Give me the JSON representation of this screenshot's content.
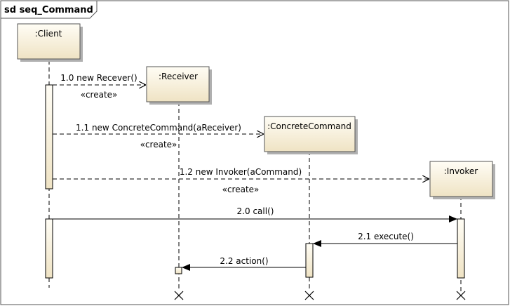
{
  "frame": {
    "label": "sd seq_Command"
  },
  "lifelines": [
    {
      "id": "client",
      "label": ":Client"
    },
    {
      "id": "receiver",
      "label": ":Receiver"
    },
    {
      "id": "concrete",
      "label": ":ConcreteCommand"
    },
    {
      "id": "invoker",
      "label": ":Invoker"
    }
  ],
  "messages": [
    {
      "id": "m1",
      "label": "1.0 new Recever()",
      "stereotype": "«create»",
      "kind": "create"
    },
    {
      "id": "m2",
      "label": "1.1 new ConcreteCommand(aReceiver)",
      "stereotype": "«create»",
      "kind": "create"
    },
    {
      "id": "m3",
      "label": "1.2 new Invoker(aCommand)",
      "stereotype": "«create»",
      "kind": "create"
    },
    {
      "id": "m4",
      "label": "2.0 call()",
      "stereotype": "",
      "kind": "sync"
    },
    {
      "id": "m5",
      "label": "2.1 execute()",
      "stereotype": "",
      "kind": "sync"
    },
    {
      "id": "m6",
      "label": "2.2 action()",
      "stereotype": "",
      "kind": "sync"
    }
  ],
  "colors": {
    "box_fill_top": "#fffdf5",
    "box_fill_bottom": "#efe3c4",
    "box_stroke": "#555555",
    "shadow": "#b0b0b0",
    "line": "#000000"
  }
}
